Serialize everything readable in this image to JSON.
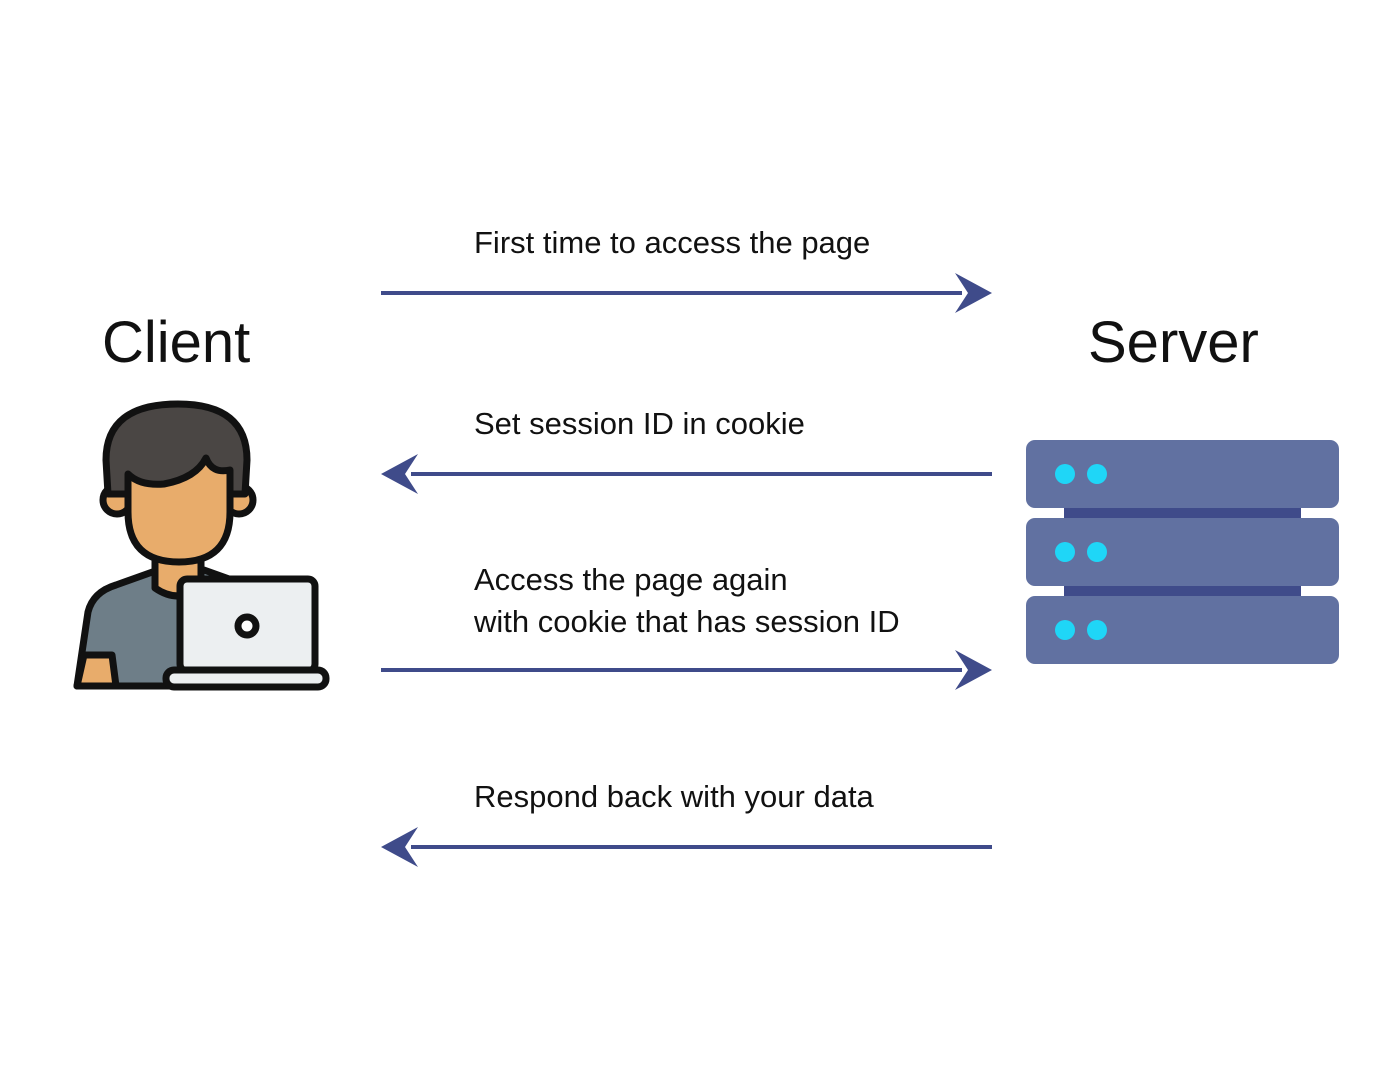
{
  "actors": {
    "client": {
      "label": "Client",
      "icon": "client-person-with-laptop-icon"
    },
    "server": {
      "label": "Server",
      "icon": "server-rack-icon"
    }
  },
  "messages": [
    {
      "lines": [
        "First time to access the page"
      ],
      "direction": "client-to-server"
    },
    {
      "lines": [
        "Set session ID in cookie"
      ],
      "direction": "server-to-client"
    },
    {
      "lines": [
        "Access the page again",
        "with cookie that has session ID"
      ],
      "direction": "client-to-server"
    },
    {
      "lines": [
        "Respond back with your data"
      ],
      "direction": "server-to-client"
    }
  ],
  "colors": {
    "arrow": "#3f4b8a",
    "server_body": "#6171a1",
    "server_connector": "#3f4b8a",
    "server_led": "#1fd6f7",
    "hair": "#4a4644",
    "skin": "#e8ac6b",
    "shirt": "#6e7e88",
    "laptop": "#eceff1",
    "outline": "#111111"
  }
}
